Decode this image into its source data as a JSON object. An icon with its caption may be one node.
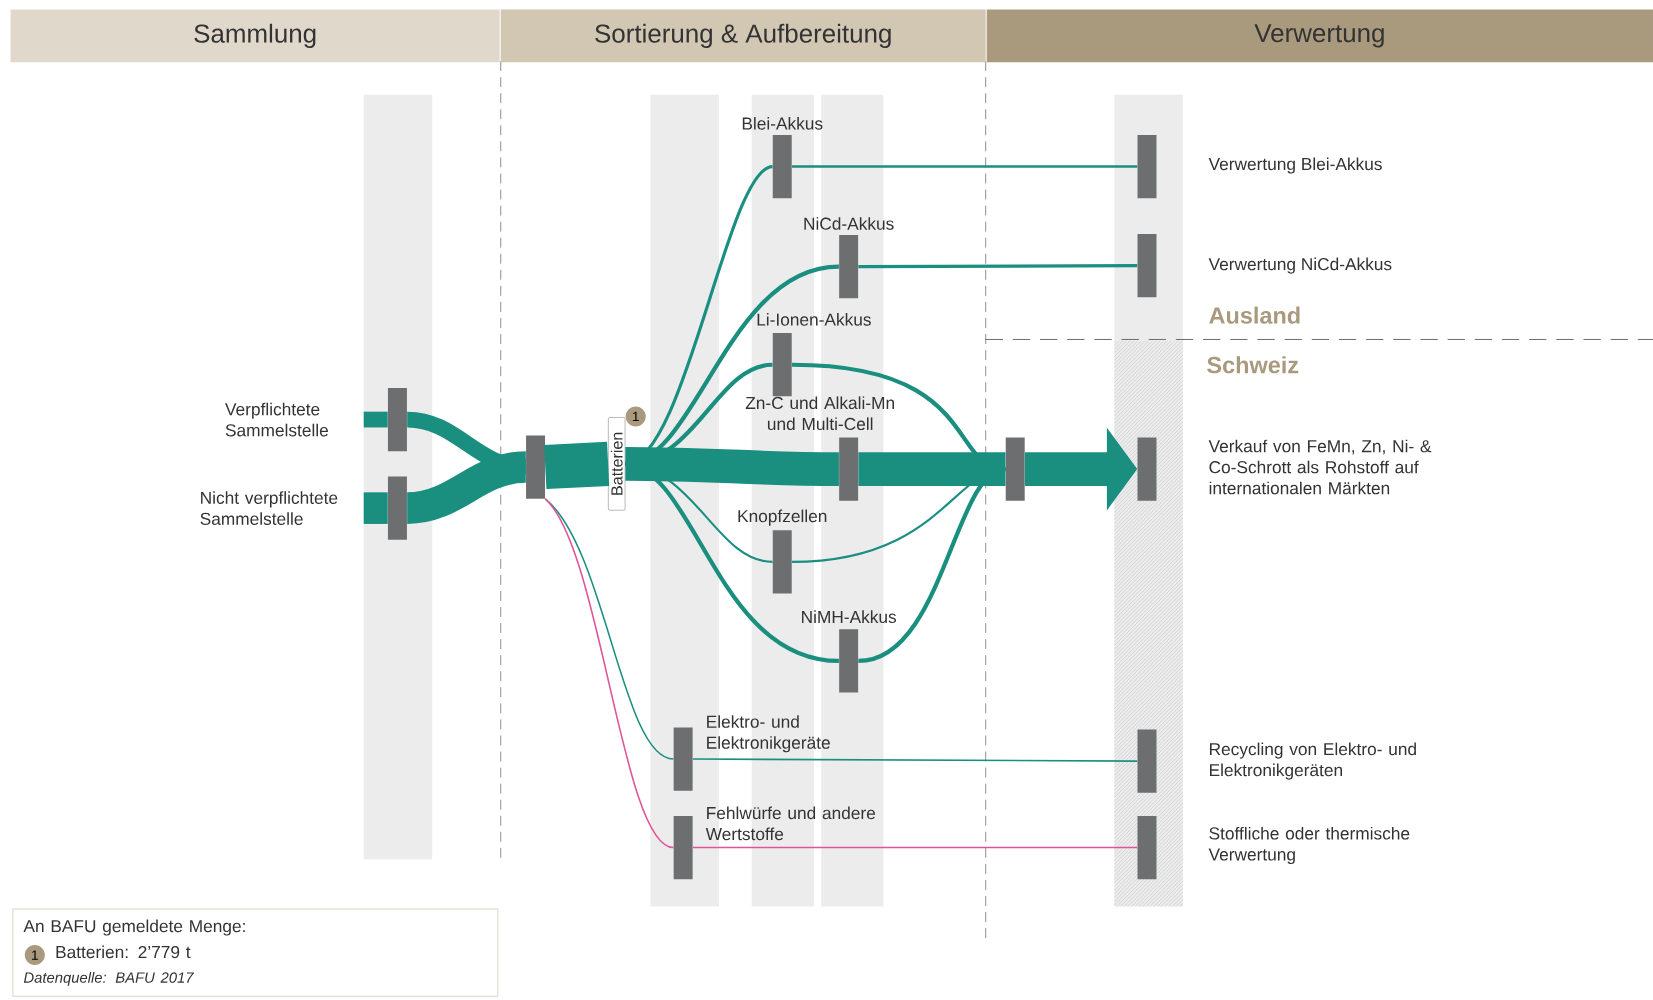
{
  "diagram": {
    "nodes": [
      {
        "text": [
          "Sammlung"
        ]
      },
      {
        "text": [
          "Sortierung & Aufbereitung"
        ]
      },
      {
        "text": [
          "Verwertung"
        ]
      },
      {
        "text": [],
        "shape": "bar",
        "beside": [
          "Verpflichtete Sammelstelle"
        ]
      },
      {
        "text": [],
        "shape": "bar",
        "beside": [
          "Nicht verpflichtete Sammelstelle"
        ]
      },
      {
        "text": [],
        "shape": "bar"
      },
      {
        "text": [
          "Batterien"
        ]
      },
      {
        "text": [],
        "shape": "bar",
        "beside": [
          "Blei-Akkus"
        ]
      },
      {
        "text": [],
        "shape": "bar",
        "beside": [
          "NiCd-Akkus"
        ]
      },
      {
        "text": [],
        "shape": "bar",
        "beside": [
          "Li-Ionen-Akkus"
        ]
      },
      {
        "text": [],
        "shape": "bar",
        "beside": [
          "Zn-C und Alkali-Mn und Multi-Cell"
        ]
      },
      {
        "text": [],
        "shape": "bar",
        "beside": [
          "Knopfzellen"
        ]
      },
      {
        "text": [],
        "shape": "bar",
        "beside": [
          "NiMH-Akkus"
        ]
      },
      {
        "text": [],
        "shape": "bar",
        "beside": [
          "Elektro- und Elektronikgeräte"
        ]
      },
      {
        "text": [],
        "shape": "bar",
        "beside": [
          "Fehlwürfe und andere Wertstoffe"
        ]
      },
      {
        "text": [],
        "shape": "bar"
      },
      {
        "text": [],
        "shape": "bar",
        "beside": [
          "Verwertung Blei-Akkus"
        ]
      },
      {
        "text": [],
        "shape": "bar",
        "beside": [
          "Verwertung NiCd-Akkus"
        ]
      },
      {
        "text": [],
        "shape": "bar",
        "beside": [
          "Verkauf von FeMn, Zn, Ni- & Co-Schrott als Rohstoff auf internationalen Märkten"
        ]
      },
      {
        "text": [],
        "shape": "bar",
        "beside": [
          "Recycling von Elektro- und Elektronikgeräten"
        ]
      },
      {
        "text": [],
        "shape": "bar",
        "beside": [
          "Stoffliche oder thermische Verwertung"
        ]
      },
      {
        "text": [
          "An BAFU gemeldete Menge:",
          "Batterien: 2’779 t",
          "Datenquelle: BAFU 2017"
        ]
      }
    ],
    "edges": [
      {
        "from": null,
        "to": 3,
        "arrow": "none",
        "style": "thick"
      },
      {
        "from": null,
        "to": 4,
        "arrow": "none",
        "style": "thick"
      },
      {
        "from": 3,
        "to": 5,
        "arrow": "none",
        "style": "thick"
      },
      {
        "from": 4,
        "to": 5,
        "arrow": "none",
        "style": "thick"
      },
      {
        "from": 5,
        "to": 6,
        "arrow": "none",
        "style": "thick"
      },
      {
        "from": 6,
        "to": 7,
        "arrow": "none"
      },
      {
        "from": 6,
        "to": 8,
        "arrow": "none"
      },
      {
        "from": 6,
        "to": 9,
        "arrow": "none"
      },
      {
        "from": 6,
        "to": 10,
        "arrow": "none",
        "style": "thick"
      },
      {
        "from": 6,
        "to": 11,
        "arrow": "none"
      },
      {
        "from": 6,
        "to": 12,
        "arrow": "none"
      },
      {
        "from": 5,
        "to": 13,
        "arrow": "none"
      },
      {
        "from": 5,
        "to": 14,
        "arrow": "none",
        "color": "#e0559a"
      },
      {
        "from": 7,
        "to": 16,
        "arrow": "none"
      },
      {
        "from": 8,
        "to": 17,
        "arrow": "none"
      },
      {
        "from": 9,
        "to": 15,
        "arrow": "none"
      },
      {
        "from": 10,
        "to": 15,
        "arrow": "none",
        "style": "thick"
      },
      {
        "from": 11,
        "to": 15,
        "arrow": "none"
      },
      {
        "from": 12,
        "to": 15,
        "arrow": "none"
      },
      {
        "from": 15,
        "to": 18,
        "arrow": "to",
        "style": "thick"
      },
      {
        "from": 13,
        "to": 19,
        "arrow": "none"
      },
      {
        "from": 14,
        "to": 20,
        "arrow": "none",
        "color": "#e0559a"
      }
    ],
    "labels": [
      "Ausland",
      "Schweiz",
      "1",
      "1"
    ]
  }
}
